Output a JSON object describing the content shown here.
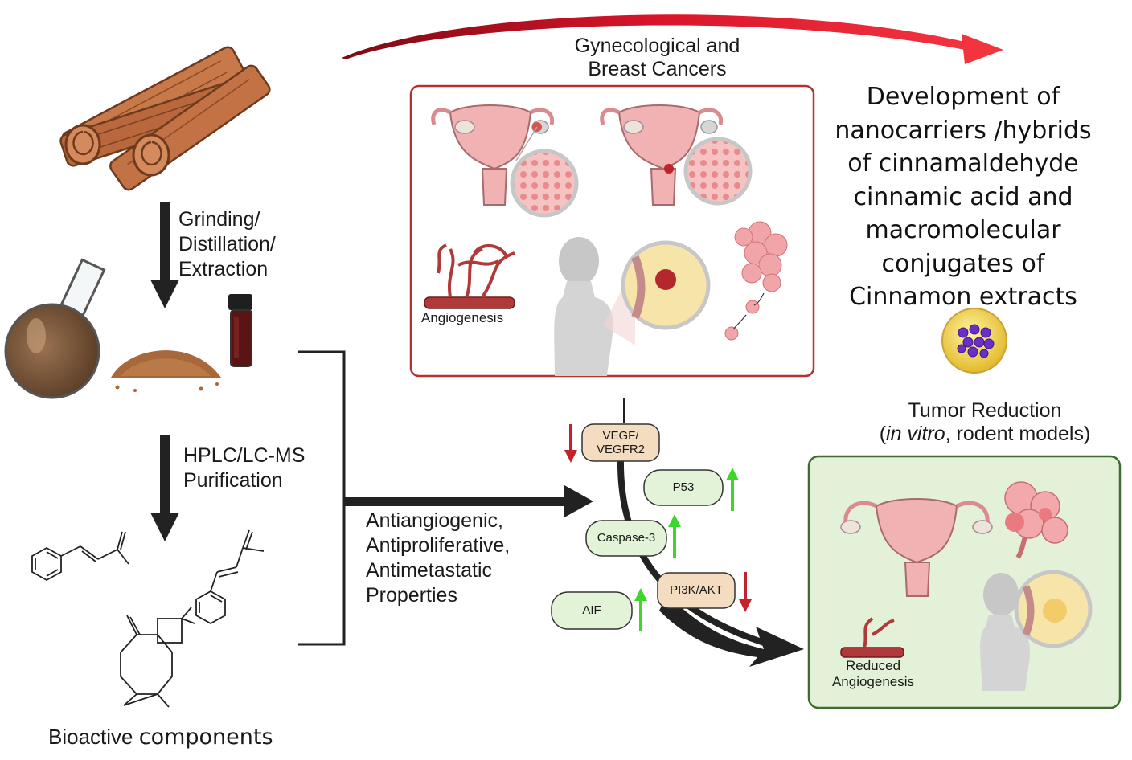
{
  "left_column": {
    "step1_lines": [
      "Grinding/",
      "Distillation/",
      "Extraction"
    ],
    "step2_lines": [
      "HPLC/LC-MS",
      "Purification"
    ],
    "bioactive_label_a": "Bioactive ",
    "bioactive_label_b": "components"
  },
  "properties_lines": [
    "Antiangiogenic,",
    "Antiproliferative,",
    "Antimetastatic",
    "Properties"
  ],
  "cancers": {
    "title_lines": [
      "Gynecological and",
      "Breast Cancers"
    ],
    "angiogenesis_label": "Angiogenesis"
  },
  "development_lines": [
    "Development of",
    "nanocarriers /hybrids",
    "of cinnamaldehyde",
    "cinnamic acid and",
    "macromolecular",
    "conjugates of",
    "Cinnamon extracts"
  ],
  "pathway": {
    "markers": [
      {
        "label_lines": [
          "VEGF/",
          "VEGFR2"
        ],
        "direction": "down"
      },
      {
        "label_lines": [
          "P53"
        ],
        "direction": "up"
      },
      {
        "label_lines": [
          "Caspase-3"
        ],
        "direction": "up"
      },
      {
        "label_lines": [
          "PI3K/AKT"
        ],
        "direction": "down"
      },
      {
        "label_lines": [
          "AIF"
        ],
        "direction": "up"
      }
    ]
  },
  "outcome": {
    "title_line1": "Tumor Reduction",
    "title_line2_paren_open": "(",
    "title_line2_italic": "in vitro",
    "title_line2_rest": ", rodent models)",
    "reduced_label_lines": [
      "Reduced",
      "Angiogenesis"
    ]
  },
  "colors": {
    "red_arrow": "#c8102e",
    "up_arrow": "#3fd62a",
    "down_arrow": "#c0232b",
    "cancer_box_border": "#b5322f",
    "outcome_box_fill": "#e3f1d8",
    "outcome_box_border": "#3e6b2f",
    "green_pill_fill": "#e2f3d8",
    "tan_pill_fill": "#f4dcc0",
    "cinnamon": "#b5643a"
  }
}
